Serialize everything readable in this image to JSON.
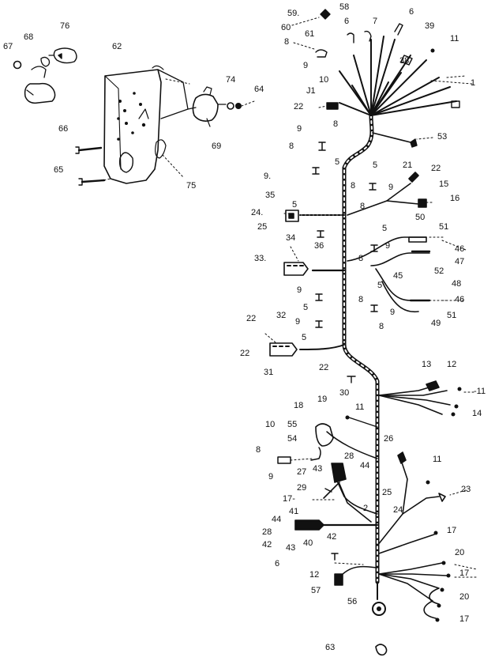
{
  "labels": [
    {
      "id": "c59",
      "text": "59."
    },
    {
      "id": "c58",
      "text": "58"
    },
    {
      "id": "c60",
      "text": "60"
    },
    {
      "id": "c6a",
      "text": "6"
    },
    {
      "id": "c7a",
      "text": "7"
    },
    {
      "id": "c6b",
      "text": "6"
    },
    {
      "id": "c39",
      "text": "39"
    },
    {
      "id": "c8a",
      "text": "8"
    },
    {
      "id": "c61",
      "text": "61"
    },
    {
      "id": "c11a",
      "text": "11"
    },
    {
      "id": "c38",
      "text": "38"
    },
    {
      "id": "c9a",
      "text": "9"
    },
    {
      "id": "c10a",
      "text": "10"
    },
    {
      "id": "c1",
      "text": "1"
    },
    {
      "id": "c31",
      "text": "J1"
    },
    {
      "id": "c22a",
      "text": "22"
    },
    {
      "id": "c8b",
      "text": "8"
    },
    {
      "id": "c9b",
      "text": "9"
    },
    {
      "id": "c53",
      "text": "53"
    },
    {
      "id": "c8c",
      "text": "8"
    },
    {
      "id": "c5a",
      "text": "5"
    },
    {
      "id": "c5b",
      "text": "5"
    },
    {
      "id": "c21",
      "text": "21"
    },
    {
      "id": "c22b",
      "text": "22"
    },
    {
      "id": "c9c",
      "text": "9."
    },
    {
      "id": "c8d",
      "text": "8"
    },
    {
      "id": "c9d",
      "text": "9"
    },
    {
      "id": "c15",
      "text": "15"
    },
    {
      "id": "c35",
      "text": "35"
    },
    {
      "id": "c5c",
      "text": "5"
    },
    {
      "id": "c8e",
      "text": "8"
    },
    {
      "id": "c16",
      "text": "16"
    },
    {
      "id": "c24a",
      "text": "24."
    },
    {
      "id": "c50",
      "text": "50"
    },
    {
      "id": "c25a",
      "text": "25"
    },
    {
      "id": "c51a",
      "text": "51"
    },
    {
      "id": "c5d",
      "text": "5"
    },
    {
      "id": "c34",
      "text": "34"
    },
    {
      "id": "c36",
      "text": "36"
    },
    {
      "id": "c9e",
      "text": "9"
    },
    {
      "id": "c46a",
      "text": "46"
    },
    {
      "id": "c33",
      "text": "33."
    },
    {
      "id": "c8f",
      "text": "8"
    },
    {
      "id": "c47",
      "text": "47"
    },
    {
      "id": "c52",
      "text": "52"
    },
    {
      "id": "c45",
      "text": "45"
    },
    {
      "id": "c9f",
      "text": "9"
    },
    {
      "id": "c5e",
      "text": "5"
    },
    {
      "id": "c48",
      "text": "48"
    },
    {
      "id": "c8g",
      "text": "8"
    },
    {
      "id": "c46b",
      "text": "46"
    },
    {
      "id": "c5f",
      "text": "5"
    },
    {
      "id": "c9g",
      "text": "9"
    },
    {
      "id": "c8h",
      "text": "8"
    },
    {
      "id": "c49",
      "text": "49"
    },
    {
      "id": "c51b",
      "text": "51"
    },
    {
      "id": "c22c",
      "text": "22"
    },
    {
      "id": "c32",
      "text": "32"
    },
    {
      "id": "c9h",
      "text": "9"
    },
    {
      "id": "c5g",
      "text": "5"
    },
    {
      "id": "c22d",
      "text": "22"
    },
    {
      "id": "c31b",
      "text": "31"
    },
    {
      "id": "c22e",
      "text": "22"
    },
    {
      "id": "c13",
      "text": "13"
    },
    {
      "id": "c12a",
      "text": "12"
    },
    {
      "id": "c11b",
      "text": "-11"
    },
    {
      "id": "c30",
      "text": "30"
    },
    {
      "id": "c11c",
      "text": "11"
    },
    {
      "id": "c14",
      "text": "14"
    },
    {
      "id": "c18",
      "text": "18"
    },
    {
      "id": "c19",
      "text": "19"
    },
    {
      "id": "c10b",
      "text": "10"
    },
    {
      "id": "c55",
      "text": "55"
    },
    {
      "id": "c54",
      "text": "54"
    },
    {
      "id": "c26",
      "text": "26"
    },
    {
      "id": "c8i",
      "text": "8"
    },
    {
      "id": "c11d",
      "text": "11"
    },
    {
      "id": "c28a",
      "text": "28"
    },
    {
      "id": "c44a",
      "text": "44"
    },
    {
      "id": "c27",
      "text": "27"
    },
    {
      "id": "c43a",
      "text": "43"
    },
    {
      "id": "c9i",
      "text": "9"
    },
    {
      "id": "c29",
      "text": "29"
    },
    {
      "id": "c23",
      "text": "23"
    },
    {
      "id": "c25b",
      "text": "25"
    },
    {
      "id": "c17a",
      "text": "17-"
    },
    {
      "id": "c24b",
      "text": "24"
    },
    {
      "id": "c41",
      "text": "41"
    },
    {
      "id": "c2",
      "text": "2"
    },
    {
      "id": "c44b",
      "text": "44"
    },
    {
      "id": "c28b",
      "text": "28"
    },
    {
      "id": "c42a",
      "text": "42"
    },
    {
      "id": "c17b",
      "text": "17"
    },
    {
      "id": "c42b",
      "text": "42"
    },
    {
      "id": "c43b",
      "text": "43"
    },
    {
      "id": "c40",
      "text": "40"
    },
    {
      "id": "c20a",
      "text": "20"
    },
    {
      "id": "c6c",
      "text": "6"
    },
    {
      "id": "c12b",
      "text": "12"
    },
    {
      "id": "c17c",
      "text": "17"
    },
    {
      "id": "c57",
      "text": "57"
    },
    {
      "id": "c56",
      "text": "56"
    },
    {
      "id": "c20b",
      "text": "20"
    },
    {
      "id": "c17d",
      "text": "17"
    },
    {
      "id": "c63",
      "text": "63"
    },
    {
      "id": "c67",
      "text": "67"
    },
    {
      "id": "c68",
      "text": "68"
    },
    {
      "id": "c76",
      "text": "76"
    },
    {
      "id": "c62",
      "text": "62"
    },
    {
      "id": "c74",
      "text": "74"
    },
    {
      "id": "c64",
      "text": "64"
    },
    {
      "id": "c66",
      "text": "66"
    },
    {
      "id": "c69",
      "text": "69"
    },
    {
      "id": "c65",
      "text": "65"
    },
    {
      "id": "c75",
      "text": "75"
    }
  ]
}
